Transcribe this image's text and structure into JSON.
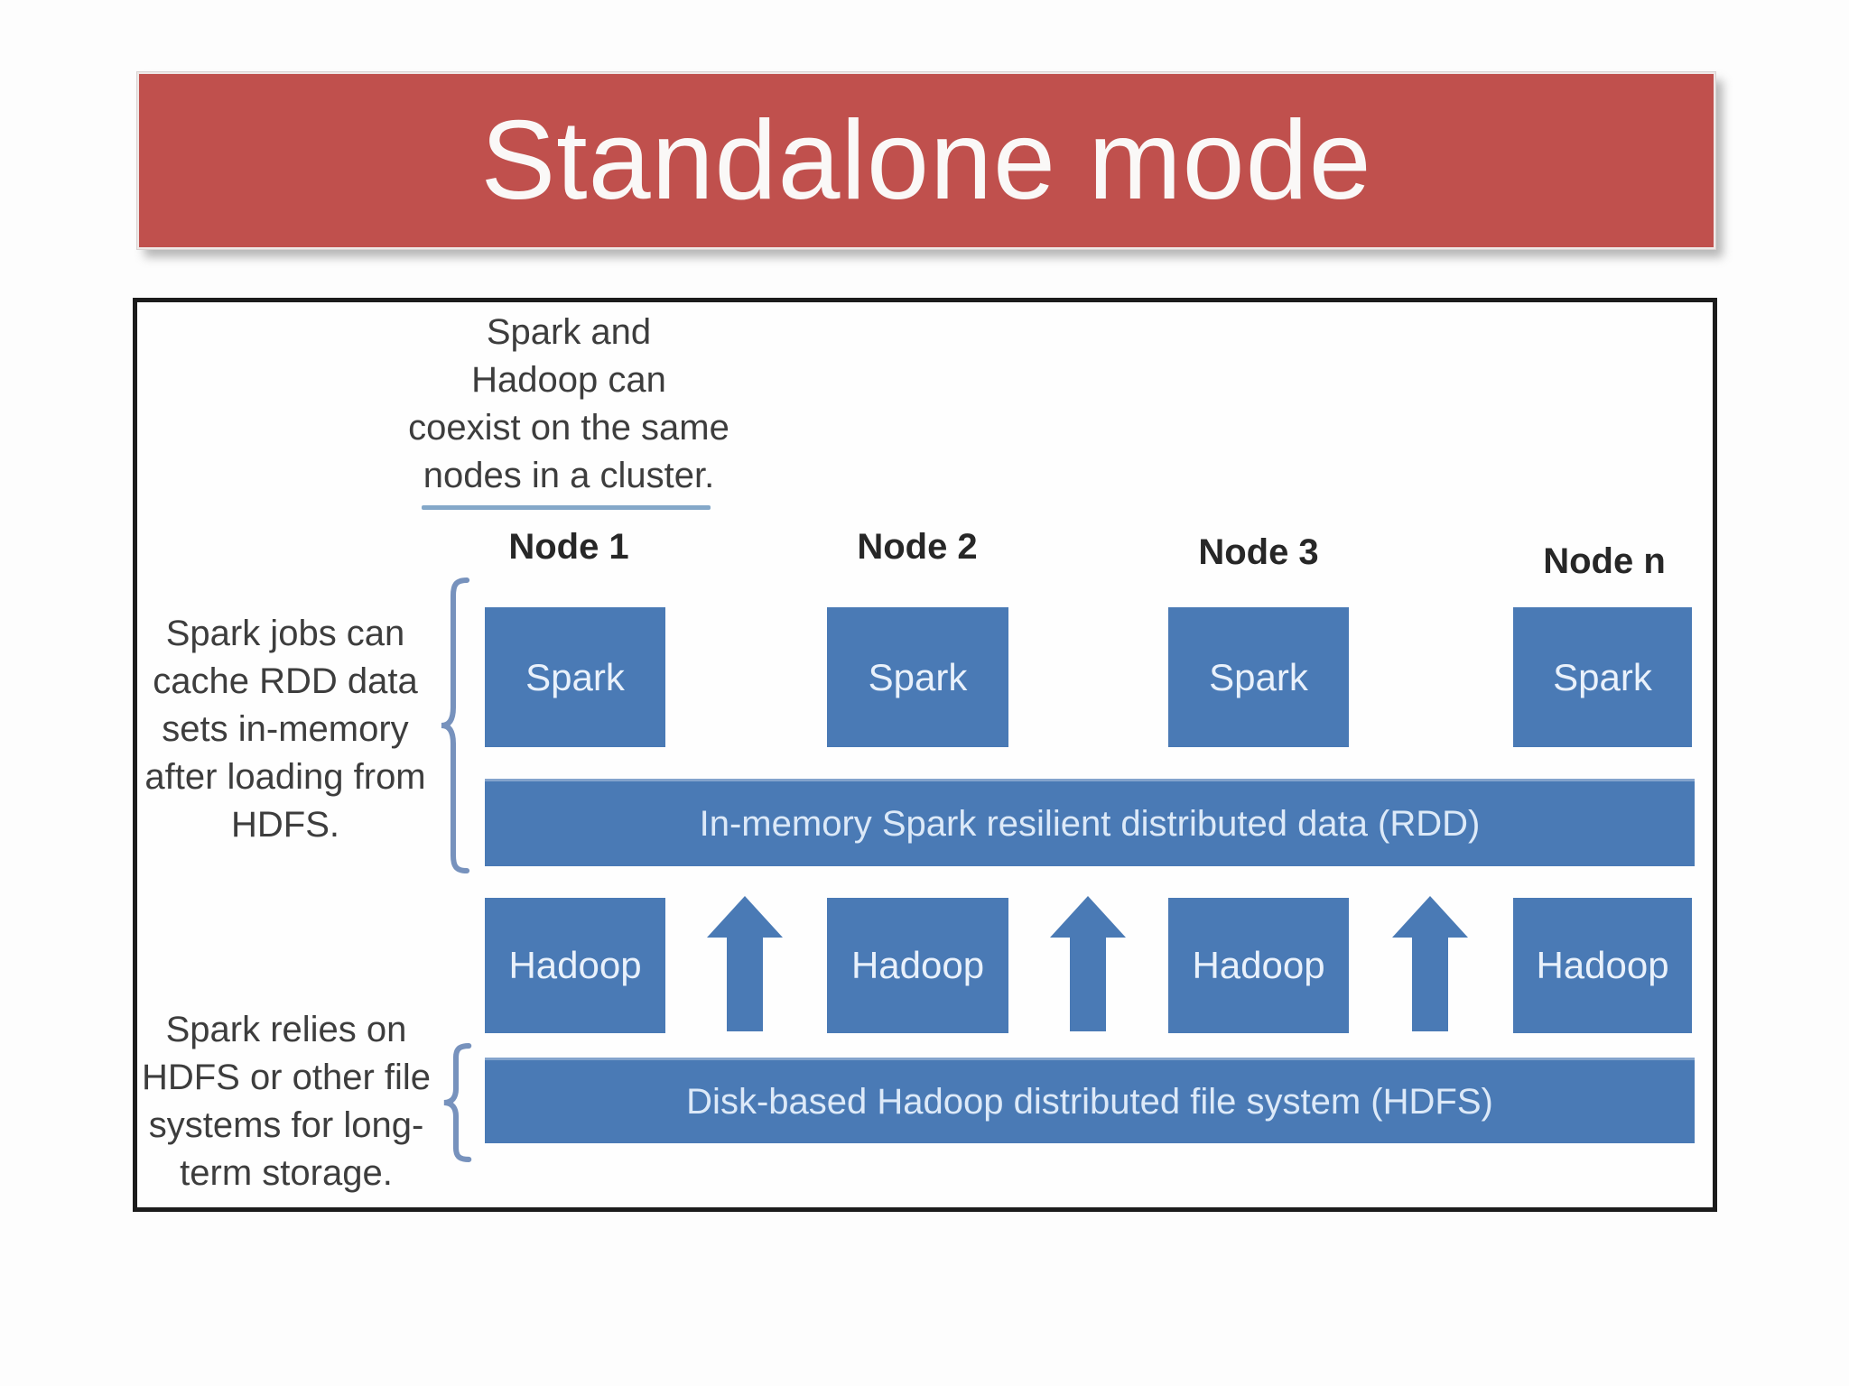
{
  "slide": {
    "title": "Standalone mode"
  },
  "diagram": {
    "top_note": {
      "lines": [
        "Spark and",
        "Hadoop can",
        "coexist on the same",
        "nodes in a cluster."
      ]
    },
    "columns": [
      {
        "header": "Node 1",
        "spark": "Spark",
        "hadoop": "Hadoop"
      },
      {
        "header": "Node 2",
        "spark": "Spark",
        "hadoop": "Hadoop"
      },
      {
        "header": "Node 3",
        "spark": "Spark",
        "hadoop": "Hadoop"
      },
      {
        "header": "Node n",
        "spark": "Spark",
        "hadoop": "Hadoop"
      }
    ],
    "rdd_bar_label": "In-memory Spark resilient distributed data (RDD)",
    "hdfs_bar_label": "Disk-based Hadoop distributed file system (HDFS)",
    "left_note_top": {
      "lines": [
        "Spark jobs can",
        "cache RDD data",
        "sets in-memory",
        "after loading from",
        "HDFS."
      ]
    },
    "left_note_bottom": {
      "lines": [
        "Spark relies on",
        "HDFS or other file",
        "systems for long-",
        "term storage."
      ]
    },
    "icons": {
      "up_arrow": "up-arrow",
      "brace": "curly-brace"
    },
    "colors": {
      "banner_red": "#c0504d",
      "block_blue": "#4a7ab5",
      "brace_blue": "#7792bd",
      "underline_blue": "#84a8c9",
      "note_text": "#3d3d3d",
      "frame_border": "#1c1c1c"
    }
  }
}
